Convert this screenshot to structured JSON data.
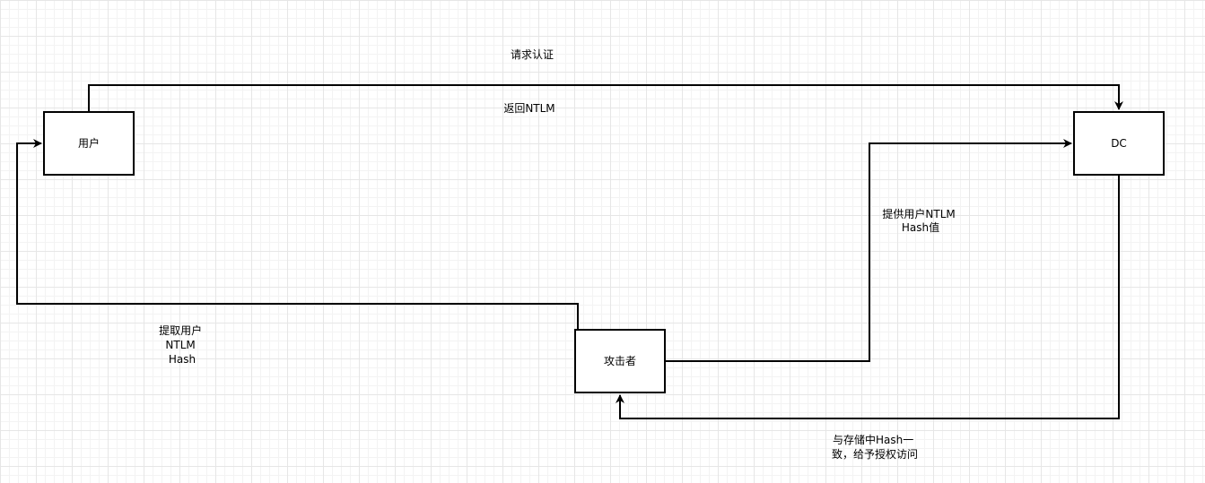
{
  "nodes": {
    "user": {
      "label": "用户"
    },
    "dc": {
      "label": "DC"
    },
    "attacker": {
      "label": "攻击者"
    }
  },
  "edges": {
    "request_auth": {
      "label": "请求认证"
    },
    "return_ntlm": {
      "label": "返回NTLM"
    },
    "provide_hash": {
      "label_lines": [
        "提供用户NTLM",
        "Hash值"
      ]
    },
    "extract_hash": {
      "label_lines": [
        "提取用户",
        "NTLM",
        "Hash"
      ]
    },
    "grant_access": {
      "label_lines": [
        "与存储中Hash一",
        "致，给予授权访问"
      ]
    }
  },
  "colors": {
    "stroke": "#000000",
    "node_fill": "#ffffff",
    "grid": "#e6e6e6"
  }
}
